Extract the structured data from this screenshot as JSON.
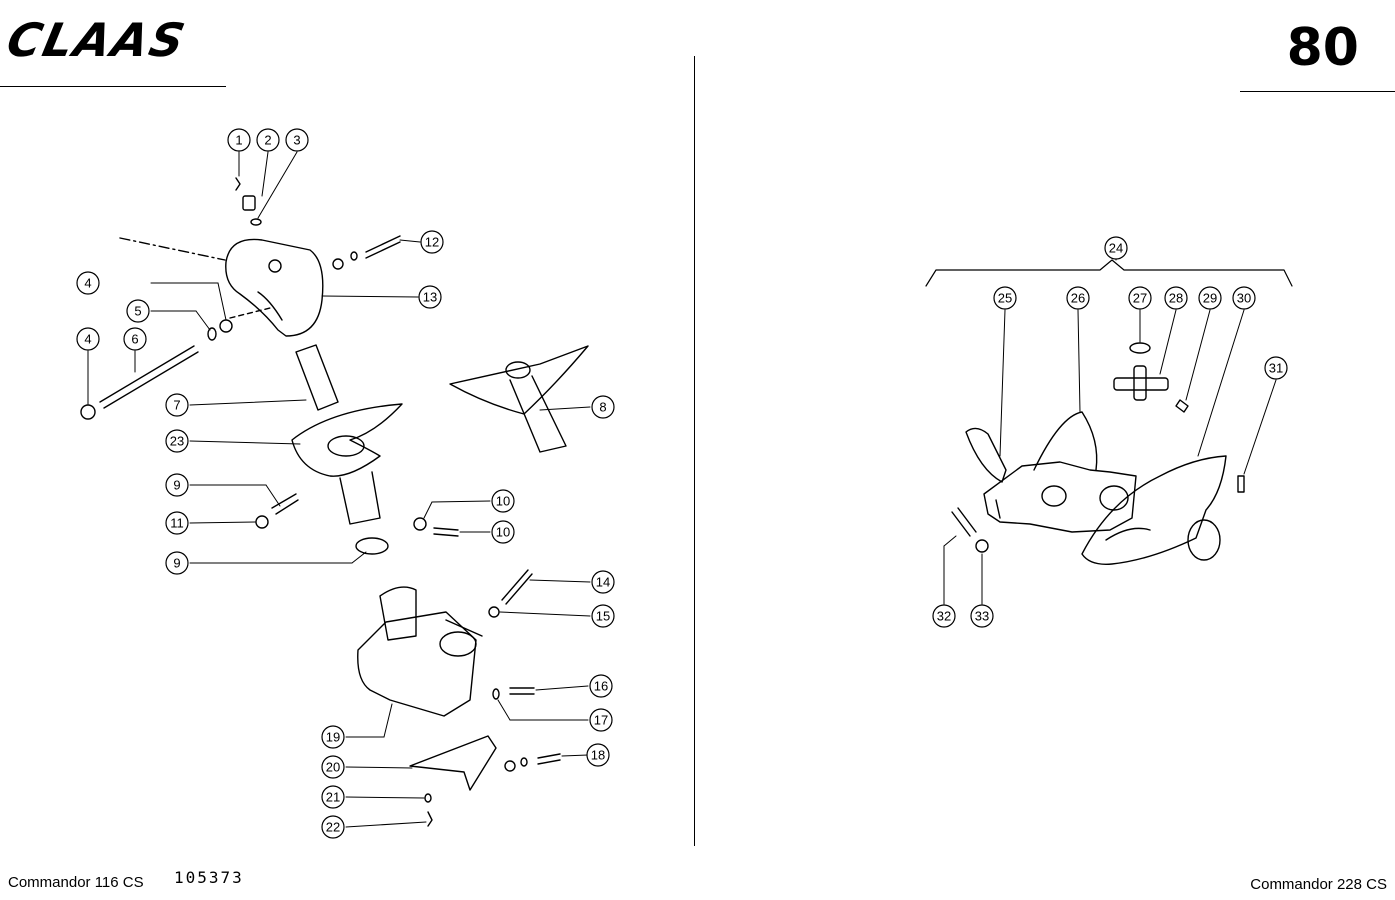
{
  "header": {
    "brand": "CLAAS",
    "page_number": "80"
  },
  "footer": {
    "left_model": "Commandor 116 CS",
    "drawing_number": "105373",
    "right_model": "Commandor 228 CS"
  },
  "diagram": {
    "type": "exploded-parts-view",
    "callouts": [
      "1",
      "2",
      "3",
      "4",
      "5",
      "6",
      "4",
      "7",
      "8",
      "9",
      "10",
      "11",
      "12",
      "13",
      "23",
      "10",
      "9",
      "14",
      "15",
      "16",
      "17",
      "18",
      "19",
      "20",
      "21",
      "22",
      "24",
      "25",
      "26",
      "27",
      "28",
      "29",
      "30",
      "31",
      "32",
      "33"
    ]
  }
}
